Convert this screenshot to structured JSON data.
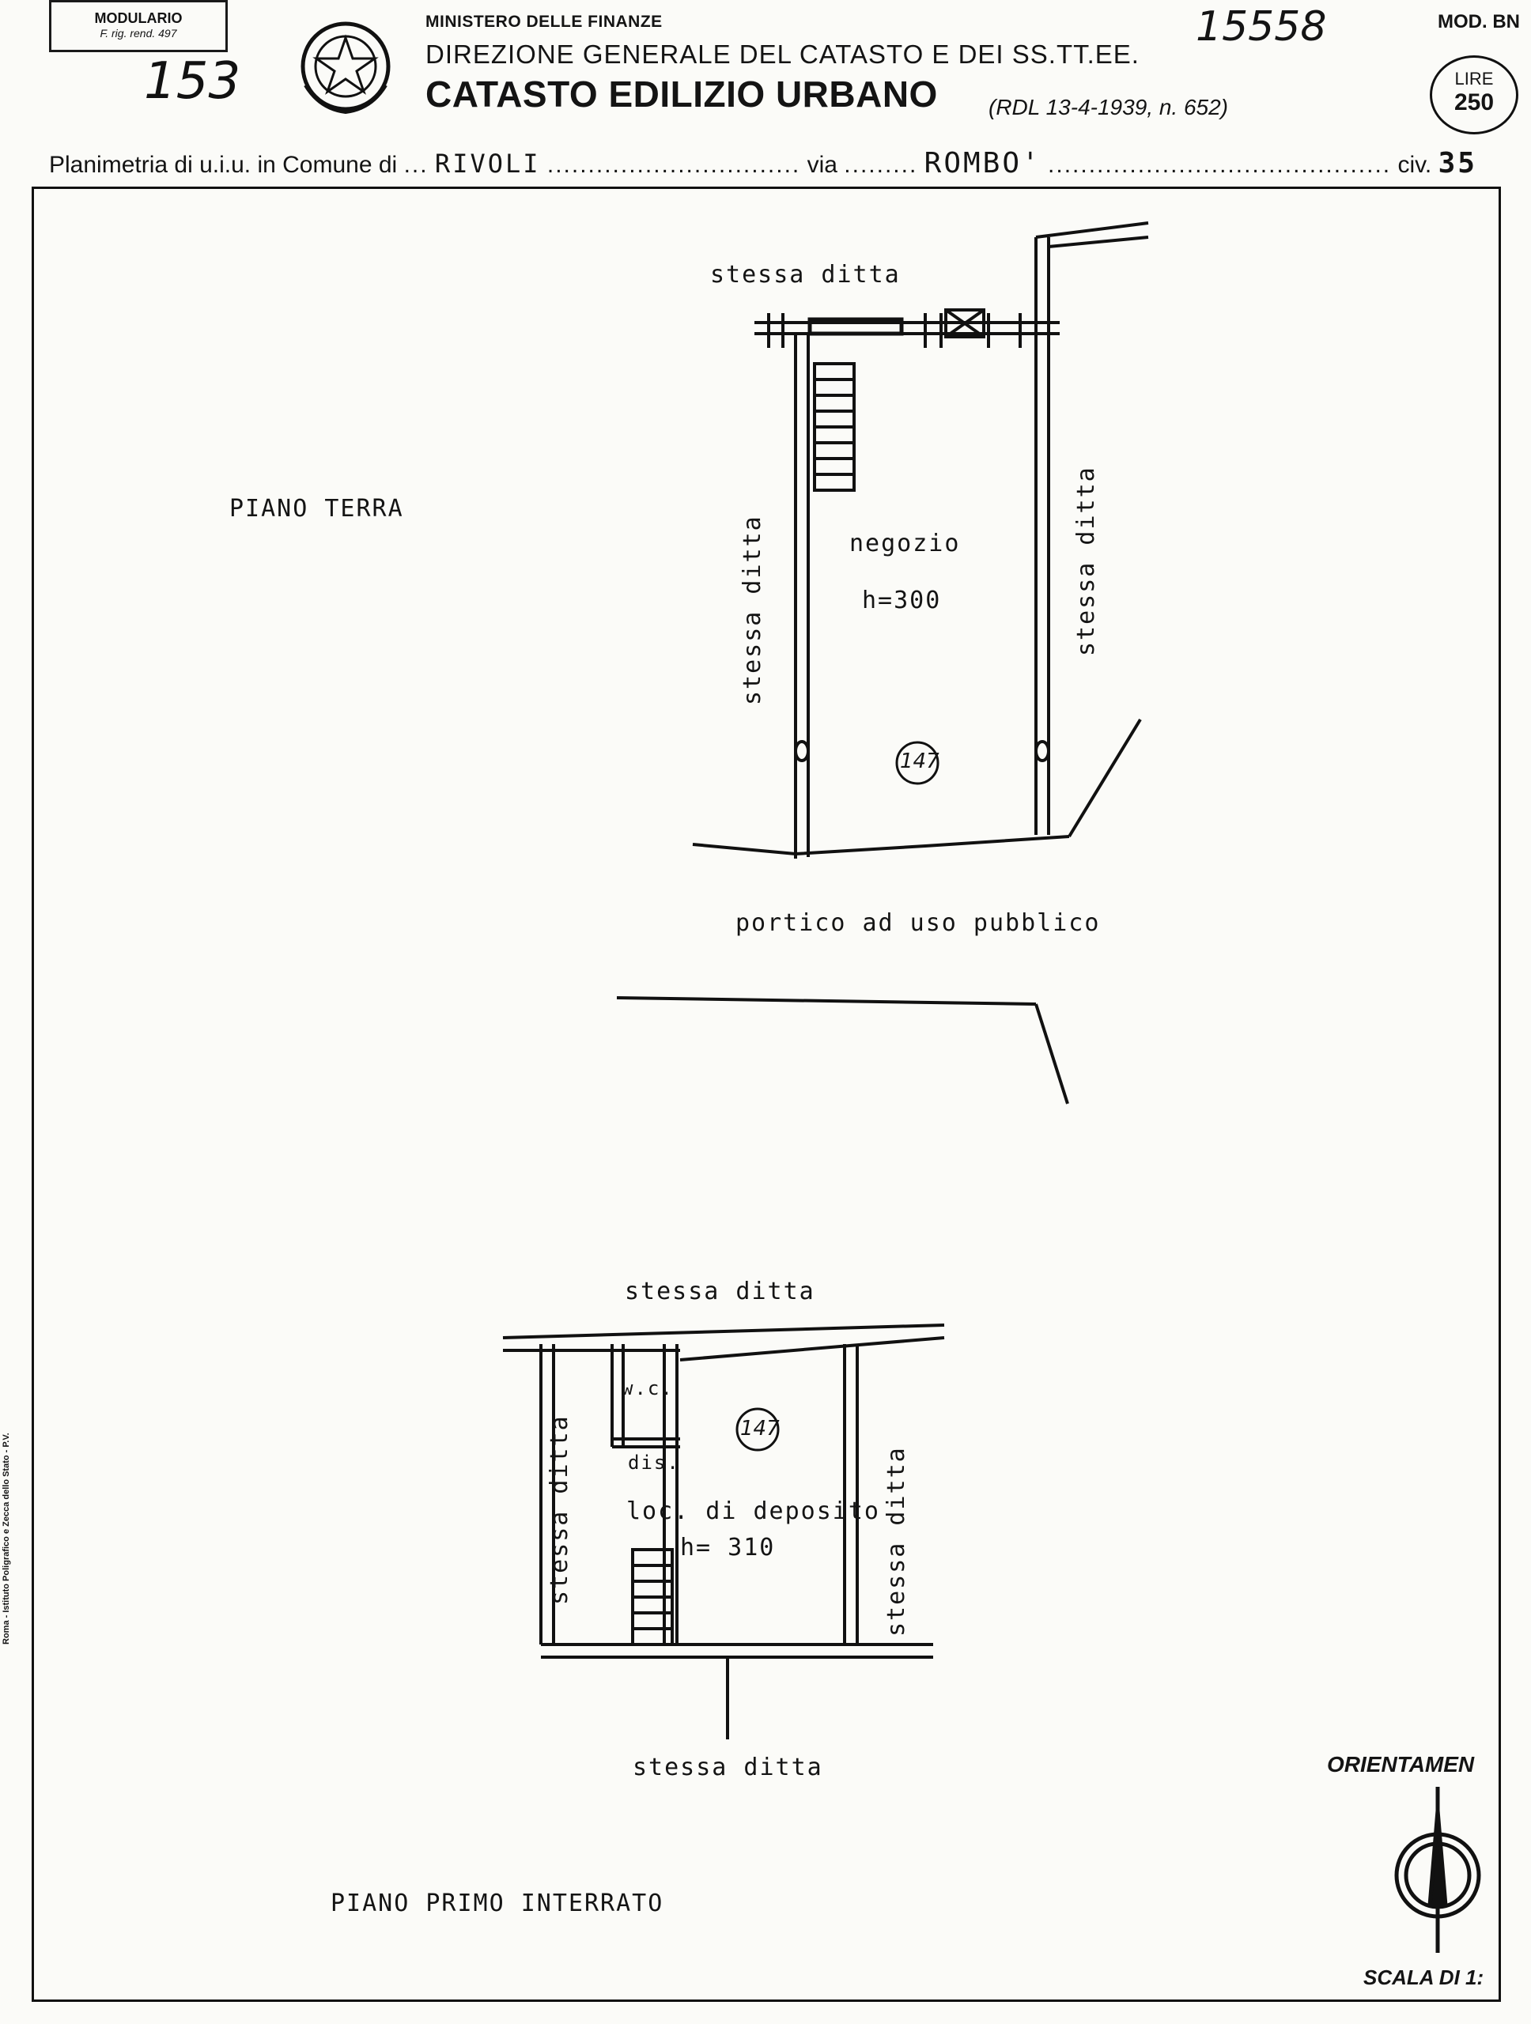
{
  "header": {
    "modulario_title": "MODULARIO",
    "modulario_sub": "F. rig. rend. 497",
    "ministry": "MINISTERO DELLE FINANZE",
    "direction": "DIREZIONE GENERALE DEL CATASTO E DEI SS.TT.EE.",
    "title": "CATASTO EDILIZIO URBANO",
    "law": "(RDL 13-4-1939, n. 652)",
    "handwritten_sheet": "153",
    "handwritten_number": "15558",
    "mod": "MOD. BN",
    "lire_label": "LIRE",
    "lire_value": "250"
  },
  "location": {
    "prefix": "Planimetria di u.i.u. in Comune di",
    "comune": "RIVOLI",
    "via_label": "via",
    "via": "ROMBO'",
    "civ_label": "civ.",
    "civ": "35"
  },
  "ground_floor": {
    "title": "PIANO   TERRA",
    "top": "stessa ditta",
    "left": "stessa ditta",
    "right": "stessa ditta",
    "room": "negozio",
    "height": "h=300",
    "unit": "147",
    "bottom": "portico  ad uso pubblico"
  },
  "basement": {
    "title": "PIANO  PRIMO     INTERRATO",
    "top": "stessa ditta",
    "left": "stessa ditta",
    "right": "stessa ditta",
    "bottom": "stessa ditta",
    "wc": "w.c.",
    "dis": "dis.",
    "room": "loc. di deposito",
    "height": "h= 310",
    "unit": "147"
  },
  "footer": {
    "orientation": "ORIENTAMEN",
    "scale": "SCALA DI 1:",
    "side_strip": "Roma - Istituto Poligrafico e Zecca dello Stato - P.V."
  }
}
